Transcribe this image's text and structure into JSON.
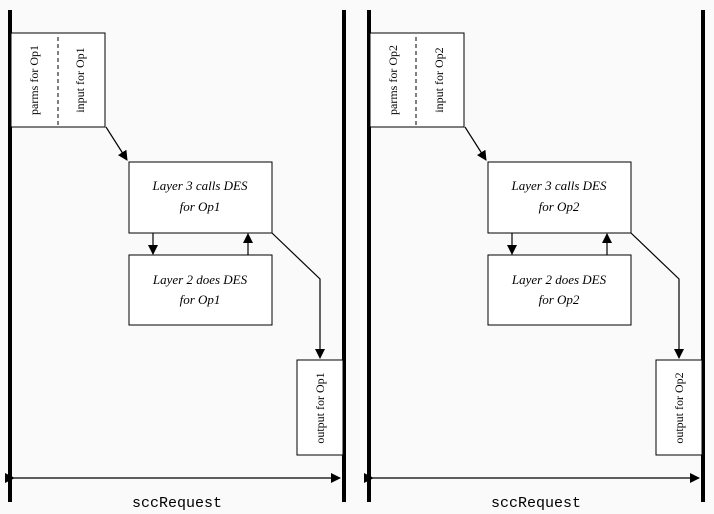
{
  "panels": [
    {
      "params_label": "parms for Op1",
      "input_label": "input for Op1",
      "layer3_line1": "Layer 3 calls DES",
      "layer3_line2": "for Op1",
      "layer2_line1": "Layer 2 does DES",
      "layer2_line2": "for Op1",
      "output_label": "output for Op1",
      "span_label": "sccRequest"
    },
    {
      "params_label": "parms for Op2",
      "input_label": "input for Op2",
      "layer3_line1": "Layer 3 calls DES",
      "layer3_line2": "for Op2",
      "layer2_line1": "Layer 2 does DES",
      "layer2_line2": "for Op2",
      "output_label": "output for Op2",
      "span_label": "sccRequest"
    }
  ]
}
